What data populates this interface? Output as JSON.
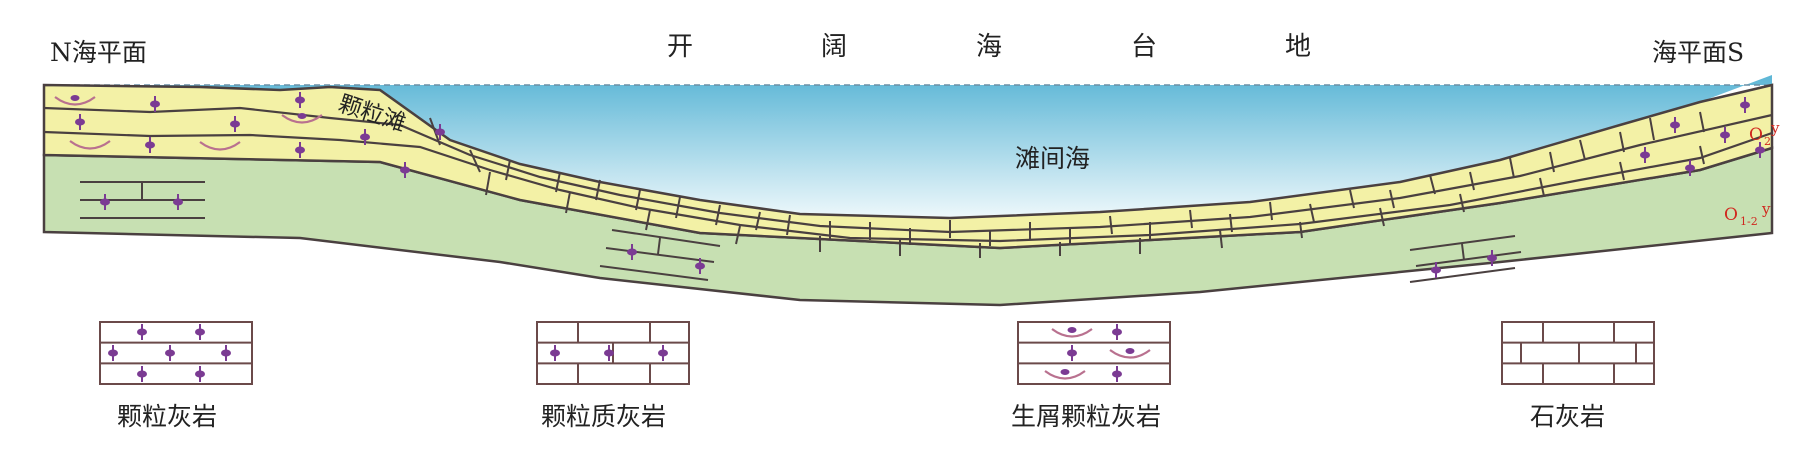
{
  "labels": {
    "left_sea_level": "N海平面",
    "right_sea_level": "海平面S",
    "platform_title_chars": [
      "开",
      "阔",
      "海",
      "台",
      "地"
    ],
    "shoal": "颗粒滩",
    "inter_shoal_sea": "滩间海",
    "unit_o2y_main": "O",
    "unit_o2y_sub": "2",
    "unit_o2y_letter": "y",
    "unit_o12y_main": "O",
    "unit_o12y_sub": "1-2",
    "unit_o12y_letter": "y"
  },
  "legend": [
    {
      "pattern": "grain-limestone-pattern",
      "label": "颗粒灰岩"
    },
    {
      "pattern": "granular-limestone-pattern",
      "label": "颗粒质灰岩"
    },
    {
      "pattern": "bioclastic-grain-limestone-pattern",
      "label": "生屑颗粒灰岩"
    },
    {
      "pattern": "limestone-pattern",
      "label": "石灰岩"
    }
  ],
  "colors": {
    "sea_top": "#5cb6d6",
    "sea_bottom": "#eef8fb",
    "shoal_yellow": "#f3f1a6",
    "basement_green": "#c7e0b2",
    "outline": "#4a4040",
    "grain_purple": "#7b3b93",
    "shell_pink": "#b9718f",
    "label_red": "#d0281f"
  }
}
